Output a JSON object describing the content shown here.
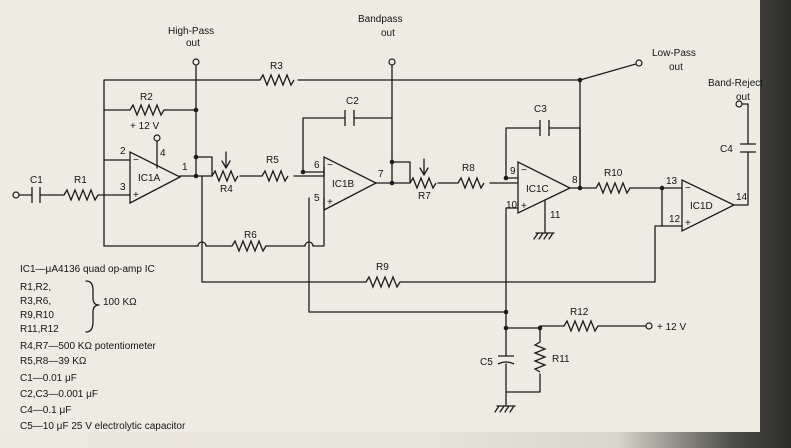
{
  "outputs": {
    "high_pass": [
      "High-Pass",
      "out"
    ],
    "bandpass": [
      "Bandpass",
      "out"
    ],
    "low_pass": [
      "Low-Pass",
      "out"
    ],
    "band_reject": [
      "Band-Reject",
      "out"
    ]
  },
  "components": {
    "r1": "R1",
    "r2": "R2",
    "r3": "R3",
    "r4": "R4",
    "r5": "R5",
    "r6": "R6",
    "r7": "R7",
    "r8": "R8",
    "r9": "R9",
    "r10": "R10",
    "r11": "R11",
    "r12": "R12",
    "c1": "C1",
    "c2": "C2",
    "c3": "C3",
    "c4": "C4",
    "c5": "C5"
  },
  "amps": {
    "a": "IC1A",
    "b": "IC1B",
    "c": "IC1C",
    "d": "IC1D"
  },
  "supply": {
    "v_on_r2": "+ 12 V",
    "v_on_r12": "+ 12 V"
  },
  "pins": {
    "a_inv": "2",
    "a_noninv": "3",
    "a_out": "1",
    "a_supply": "4",
    "b_inv": "6",
    "b_noninv": "5",
    "b_out": "7",
    "c_inv": "9",
    "c_noninv": "10",
    "c_out": "8",
    "c_gnd": "11",
    "d_inv": "13",
    "d_noninv": "12",
    "d_out": "14"
  },
  "parts_list": {
    "ic": "IC1—μA4136 quad op-amp IC",
    "group_lines": [
      "R1,R2,",
      "R3,R6,",
      "R9,R10",
      "R11,R12"
    ],
    "group_value": "100 KΩ",
    "pots": "R4,R7—500 KΩ potentiometer",
    "r58": "R5,R8—39 KΩ",
    "c1": "C1—0.01 μF",
    "c23": "C2,C3—0.001 μF",
    "c4": "C4—0.1 μF",
    "c5": "C5—10 μF 25 V electrolytic capacitor"
  }
}
